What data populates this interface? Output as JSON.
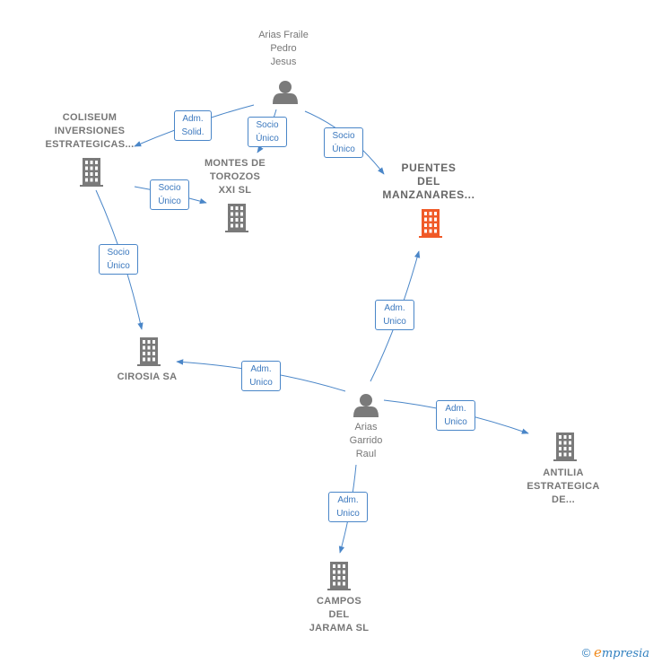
{
  "nodes": {
    "arias_fraile": {
      "label": "Arias Fraile\nPedro\nJesus",
      "icon": "person-icon"
    },
    "coliseum": {
      "label": "COLISEUM\nINVERSIONES\nESTRATEGICAS...",
      "icon": "building-icon"
    },
    "montes": {
      "label": "MONTES DE\nTOROZOS\nXXI SL",
      "icon": "building-icon"
    },
    "puentes": {
      "label": "PUENTES\nDEL\nMANZANARES...",
      "icon": "building-icon",
      "color": "#f05a28"
    },
    "cirosia": {
      "label": "CIROSIA SA",
      "icon": "building-icon"
    },
    "arias_garrido": {
      "label": "Arias\nGarrido\nRaul",
      "icon": "person-icon"
    },
    "antilia": {
      "label": "ANTILIA\nESTRATEGICA\nDE...",
      "icon": "building-icon"
    },
    "campos": {
      "label": "CAMPOS\nDEL\nJARAMA  SL",
      "icon": "building-icon"
    }
  },
  "edges": {
    "fraile_coliseum": "Adm.\nSolid.",
    "fraile_montes": "Socio\nÚnico",
    "fraile_puentes": "Socio\nÚnico",
    "coliseum_montes": "Socio\nÚnico",
    "coliseum_cirosia": "Socio\nÚnico",
    "garrido_puentes": "Adm.\nUnico",
    "garrido_cirosia": "Adm.\nUnico",
    "garrido_antilia": "Adm.\nUnico",
    "garrido_campos": "Adm.\nUnico"
  },
  "colors": {
    "node": "#7a7a7a",
    "highlight": "#f05a28",
    "edge": "#4a86c8"
  },
  "footer": {
    "copyright": "©",
    "brand_e": "e",
    "brand_rest": "mpresia"
  }
}
